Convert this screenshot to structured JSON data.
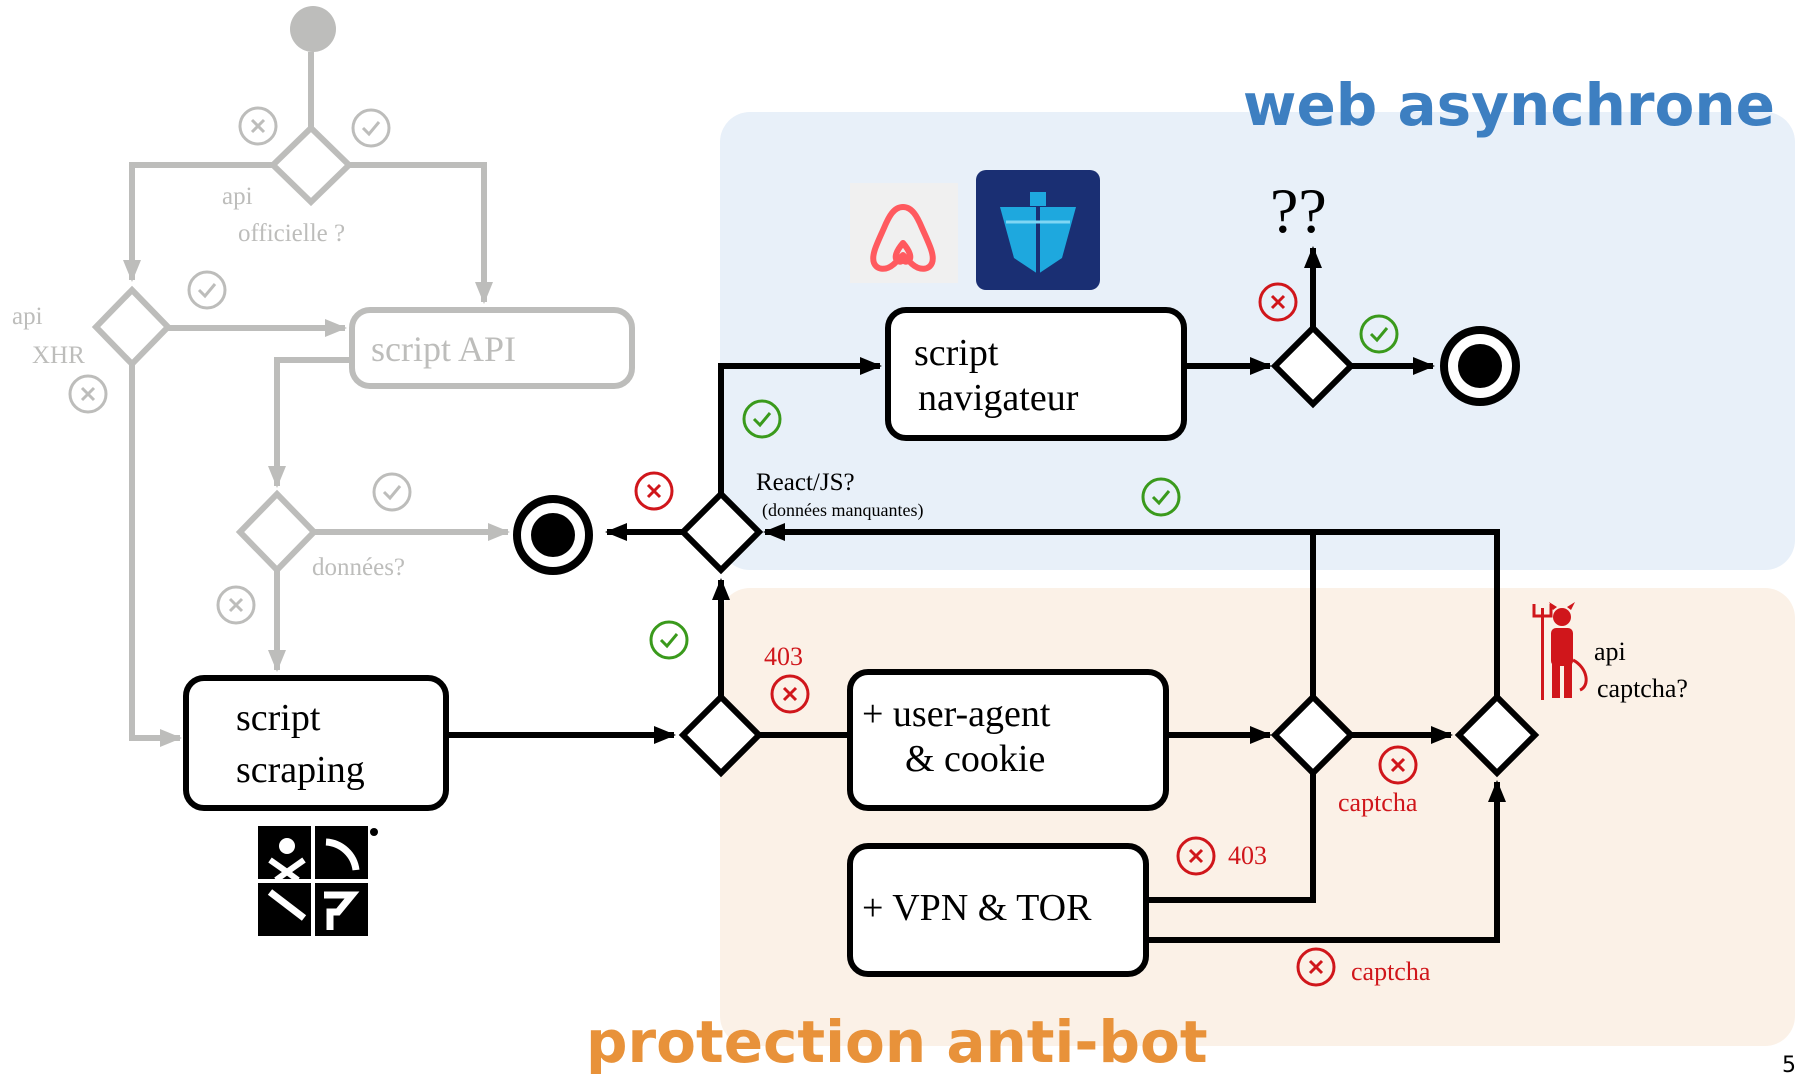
{
  "regions": {
    "async_web": {
      "title": "web asynchrone",
      "color": "#3d7fc1",
      "fill": "#e8f0f9"
    },
    "anti_bot": {
      "title": "protection anti-bot",
      "color": "#e8923a",
      "fill": "#fbf1e7"
    }
  },
  "nodes": {
    "script_api": "script API",
    "script_scraping_line1": "script",
    "script_scraping_line2": "scraping",
    "script_browser_line1": "script",
    "script_browser_line2": "navigateur",
    "user_agent_line1": "+ user-agent",
    "user_agent_line2": "& cookie",
    "vpn_tor": "+ VPN & TOR"
  },
  "labels": {
    "api_officielle_line1": "api",
    "api_officielle_line2": "officielle ?",
    "api_xhr_line1": "api",
    "api_xhr_line2": "XHR",
    "donnees": "données?",
    "react_js": "React/JS?",
    "donnees_manquantes": "(données manquantes)",
    "question_marks": "??",
    "code_403_top": "403",
    "code_403_vpn": "403",
    "captcha_top": "captcha",
    "captcha_bottom": "captcha",
    "api_captcha_line1": "api",
    "api_captcha_line2": "captcha?"
  },
  "colors": {
    "faded": "#bdbdbb",
    "main": "#000000",
    "ok": "#3a9a1c",
    "fail": "#d0161b"
  },
  "icons": [
    "airbnb-logo",
    "marinetraffic-logo",
    "geocaching-logo",
    "devil-icon"
  ],
  "page_number": "5"
}
